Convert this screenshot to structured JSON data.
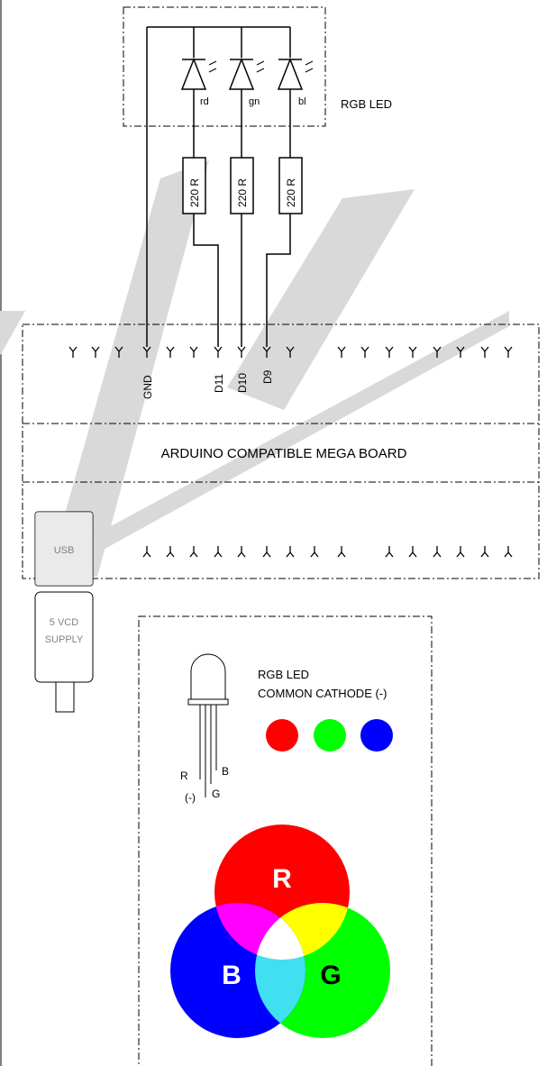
{
  "labels": {
    "rgb_led": "RGB LED",
    "led_rd": "rd",
    "led_gn": "gn",
    "led_bl": "bl",
    "resistor": "220 R",
    "pin_gnd": "GND",
    "pin_d11": "D11",
    "pin_d10": "D10",
    "pin_d9": "D9",
    "board": "ARDUINO COMPATIBLE MEGA BOARD",
    "usb": "USB",
    "supply_line1": "5 VCD",
    "supply_line2": "SUPPLY",
    "legend_line1": "RGB LED",
    "legend_line2": "COMMON CATHODE (-)",
    "leg_r": "R",
    "leg_minus": "(-)",
    "leg_g": "G",
    "leg_b": "B",
    "mix_r": "R",
    "mix_g": "G",
    "mix_b": "B"
  },
  "colors": {
    "red": "#ff0000",
    "green": "#00ff00",
    "blue": "#0000ff",
    "magenta": "#ff00ff",
    "yellow": "#ffff00",
    "cyan": "#40e0f0",
    "white": "#ffffff",
    "watermark": "#d9d9d9"
  }
}
